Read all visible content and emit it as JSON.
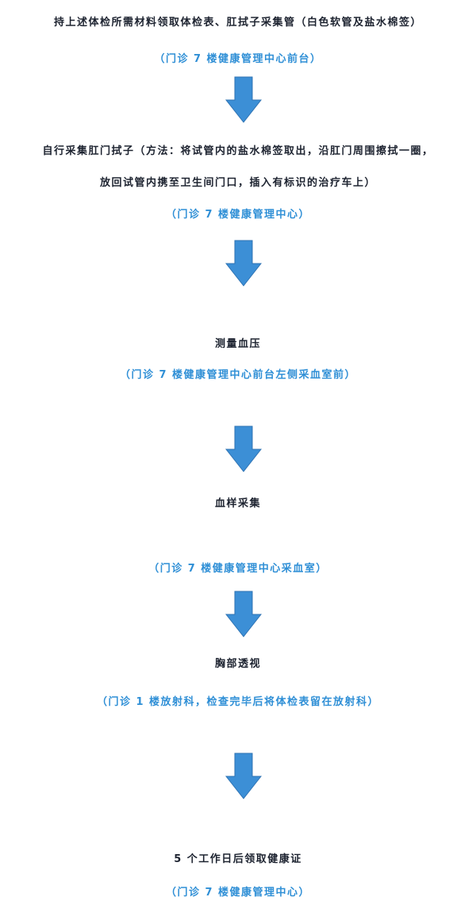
{
  "colors": {
    "step_text": "#1d2330",
    "location_text": "#2f8fd6",
    "arrow_fill": "#3c8fd6",
    "arrow_stroke": "#2f73b3"
  },
  "steps": [
    {
      "lines": [
        "持上述体检所需材料领取体检表、肛拭子采集管（白色软管及盐水棉签）"
      ],
      "location": "（门诊 7 楼健康管理中心前台）"
    },
    {
      "lines": [
        "自行采集肛门拭子（方法：将试管内的盐水棉签取出，沿肛门周围擦拭一圈，",
        "放回试管内携至卫生间门口，插入有标识的治疗车上）"
      ],
      "location": "（门诊 7 楼健康管理中心）"
    },
    {
      "lines": [
        "测量血压"
      ],
      "location": "（门诊 7 楼健康管理中心前台左侧采血室前）"
    },
    {
      "lines": [
        "血样采集"
      ],
      "location": "（门诊 7 楼健康管理中心采血室）"
    },
    {
      "lines": [
        "胸部透视"
      ],
      "location": "（门诊 1 楼放射科，检查完毕后将体检表留在放射科）"
    },
    {
      "lines": [
        "5 个工作日后领取健康证"
      ],
      "location": "（门诊 7 楼健康管理中心）"
    }
  ]
}
